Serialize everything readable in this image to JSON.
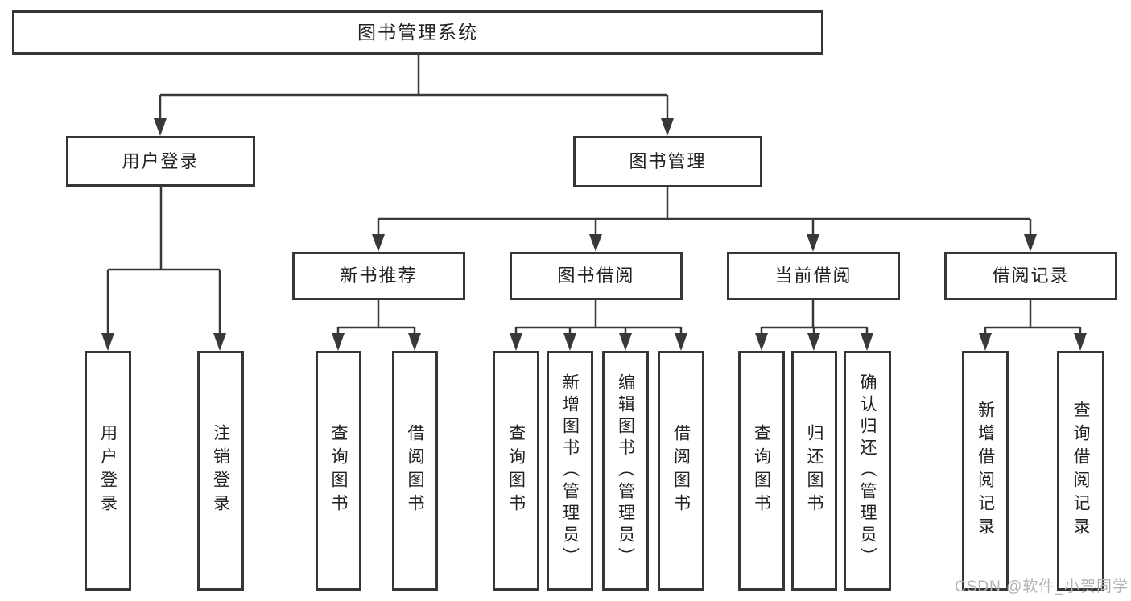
{
  "diagram": {
    "type": "hierarchy-diagram",
    "title": "图书管理系统",
    "colors": {
      "background": "#ffffff",
      "line": "#363636",
      "box_border": "#363636",
      "text": "#222222",
      "watermark": "#b3b3b3"
    },
    "tree": {
      "label": "图书管理系统",
      "children": [
        {
          "label": "用户登录",
          "children": [
            {
              "label": "用户登录"
            },
            {
              "label": "注销登录"
            }
          ]
        },
        {
          "label": "图书管理",
          "children": [
            {
              "label": "新书推荐",
              "children": [
                {
                  "label": "查询图书"
                },
                {
                  "label": "借阅图书"
                }
              ]
            },
            {
              "label": "图书借阅",
              "children": [
                {
                  "label": "查询图书"
                },
                {
                  "label": "新增图书（管理员）"
                },
                {
                  "label": "编辑图书（管理员）"
                },
                {
                  "label": "借阅图书"
                }
              ]
            },
            {
              "label": "当前借阅",
              "children": [
                {
                  "label": "查询图书"
                },
                {
                  "label": "归还图书"
                },
                {
                  "label": "确认归还（管理员）"
                }
              ]
            },
            {
              "label": "借阅记录",
              "children": [
                {
                  "label": "新增借阅记录"
                },
                {
                  "label": "查询借阅记录"
                }
              ]
            }
          ]
        }
      ]
    }
  },
  "watermark": {
    "text": "CSDN @软件_小贺同学"
  }
}
